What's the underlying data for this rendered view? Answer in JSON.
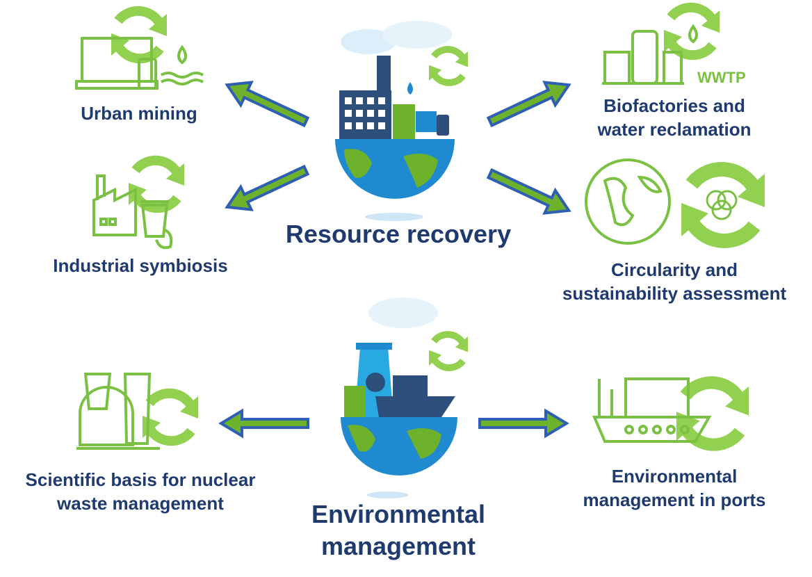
{
  "title_top": "Resource recovery",
  "title_bottom": [
    "Environmental",
    "management"
  ],
  "topics": {
    "urban_mining": [
      "Urban mining"
    ],
    "industrial_symbiosis": [
      "Industrial symbiosis"
    ],
    "biofactories": [
      "Biofactories and",
      "water reclamation"
    ],
    "circularity": [
      "Circularity and",
      "sustainability assessment"
    ],
    "nuclear": [
      "Scientific basis for nuclear",
      "waste management"
    ],
    "ports": [
      "Environmental",
      "management in ports"
    ]
  },
  "wwtp_label": "WWTP",
  "colors": {
    "text": "#1f3a6e",
    "green": "#7ac143",
    "arrow_fill": "#6db22a",
    "arrow_stroke": "#2f5fb3",
    "ocean": "#1f8ad0"
  }
}
